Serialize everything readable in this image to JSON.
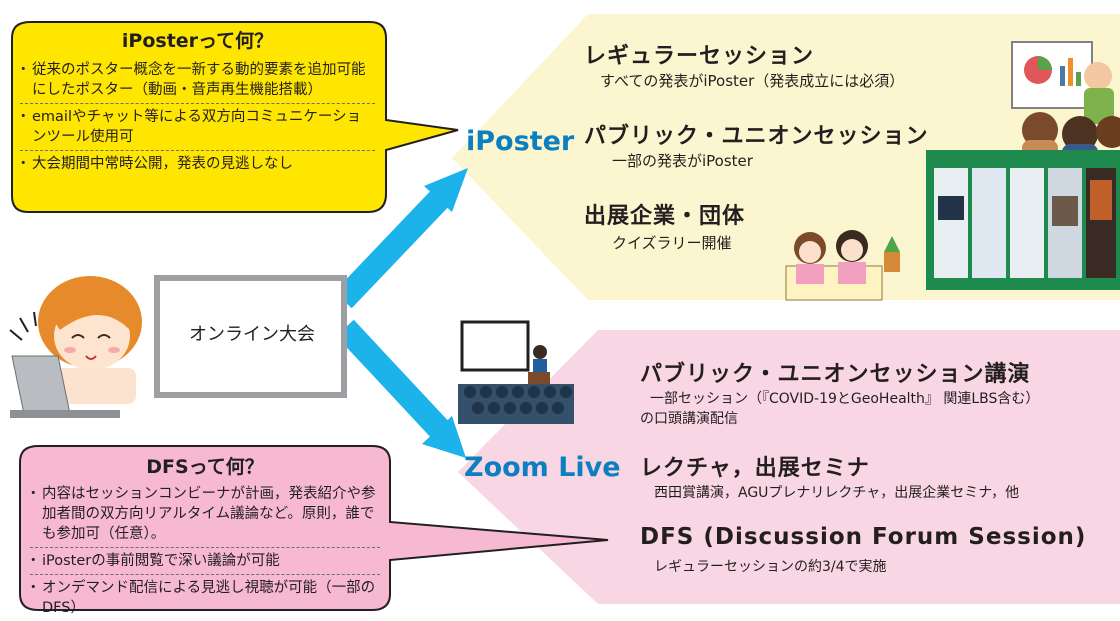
{
  "colors": {
    "ip_callout": "#ffe600",
    "dfs_callout": "#f7b8d2",
    "ip_region": "#fbf6cf",
    "zoom_region": "#f9d6e4",
    "arrow": "#1bb3ea",
    "brand": "#0b7fc0"
  },
  "center": {
    "label": "オンライン大会"
  },
  "iposter_callout": {
    "title": "iPosterって何？",
    "items": [
      "従来のポスター概念を一新する動的要素を追加可能にしたポスター（動画・音声再生機能搭載）",
      "emailやチャット等による双方向コミュニケーションツール使用可",
      "大会期間中常時公開，発表の見逃しなし"
    ]
  },
  "dfs_callout": {
    "title": "DFSって何？",
    "items": [
      "内容はセッションコンビーナが計画，発表紹介や参加者間の双方向リアルタイム議論など。原則，誰でも参加可（任意）。",
      "iPosterの事前閲覧で深い議論が可能",
      "オンデマンド配信による見逃し視聴が可能（一部のDFS）"
    ]
  },
  "iposter": {
    "brand": "iPoster",
    "sections": [
      {
        "title": "レギュラーセッション",
        "sub": "すべての発表がiPoster（発表成立には必須）"
      },
      {
        "title": "パブリック・ユニオンセッション",
        "sub": "一部の発表がiPoster"
      },
      {
        "title": "出展企業・団体",
        "sub": "クイズラリー開催"
      }
    ]
  },
  "zoom": {
    "brand": "Zoom Live",
    "sections": [
      {
        "title": "パブリック・ユニオンセッション講演",
        "sub": "一部セッション（『COVID-19とGeoHealth』 関連LBS含む）",
        "sub2": "の口頭講演配信"
      },
      {
        "title": "レクチャ，出展セミナ",
        "sub": "西田賞講演，AGUプレナリレクチャ，出展企業セミナ，他"
      },
      {
        "title": "DFS (Discussion Forum Session)",
        "sub": "レギュラーセッションの約3/4で実施"
      }
    ]
  },
  "icons": {
    "person": "person-at-laptop-icon",
    "presenter": "presenter-at-chart-icon",
    "audience": "audience-icon",
    "screenshot": "iposter-gallery-screenshot",
    "staff": "booth-staff-icon",
    "lecture": "lecture-hall-icon"
  }
}
